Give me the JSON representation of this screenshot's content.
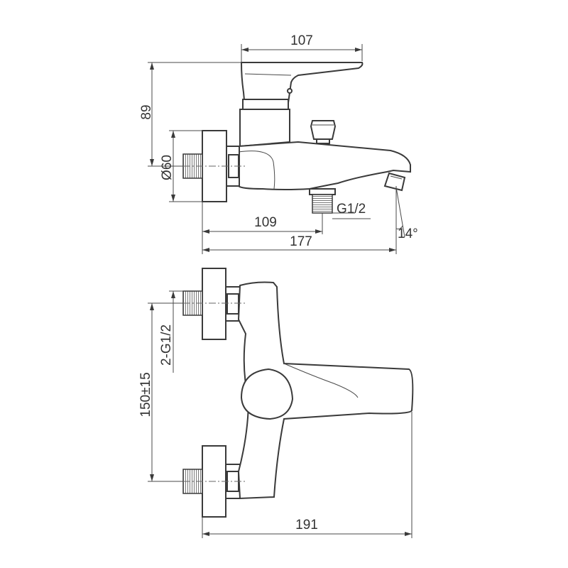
{
  "side_view": {
    "dim_handle_length": "107",
    "dim_height": "89",
    "dim_diameter": "Ø60",
    "dim_outlet_offset": "109",
    "dim_outlet_thread": "G1/2",
    "dim_total_length": "177",
    "dim_spout_angle": "14°"
  },
  "top_view": {
    "dim_inlet_thread": "2-G1/2",
    "dim_centers": "150±15",
    "dim_total_length": "191"
  },
  "colors": {
    "line": "#3a3a3a",
    "thread_fill": "#5a5a5a",
    "background": "#ffffff"
  }
}
